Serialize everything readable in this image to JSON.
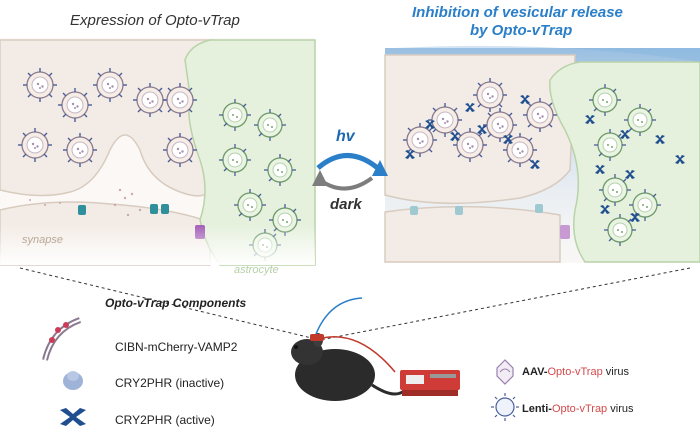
{
  "titles": {
    "left": "Expression of Opto-vTrap",
    "right_line1": "Inhibition of vesicular release",
    "right_line2": "by Opto-vTrap"
  },
  "arrows": {
    "forward_label": "hv",
    "reverse_label": "dark"
  },
  "scene_labels": {
    "synapse": "synapse",
    "astrocyte": "astrocyte"
  },
  "components": {
    "title": "Opto-vTrap Components",
    "items": [
      {
        "label": "CIBN-mCherry-VAMP2",
        "icon": "vesicle-membrane-icon"
      },
      {
        "label": "CRY2PHR (inactive)",
        "icon": "cry2-inactive-icon"
      },
      {
        "label": "CRY2PHR (active)",
        "icon": "cry2-active-icon"
      }
    ]
  },
  "viruses": [
    {
      "prefix": "AAV",
      "dash": "-",
      "name": "Opto-vTrap",
      "suffix": " virus",
      "icon": "aav-virus-icon"
    },
    {
      "prefix": "Lenti",
      "dash": "-",
      "name": "Opto-vTrap",
      "suffix": " virus",
      "icon": "lenti-virus-icon"
    }
  ],
  "colors": {
    "accent_blue": "#2a7fc8",
    "synapse_fill": "#f3ece6",
    "astrocyte_fill": "#e6f1dd",
    "cry2_active": "#1f4f8f",
    "cry2_inactive": "#9fb3d8",
    "red_text": "#d24a4a"
  }
}
